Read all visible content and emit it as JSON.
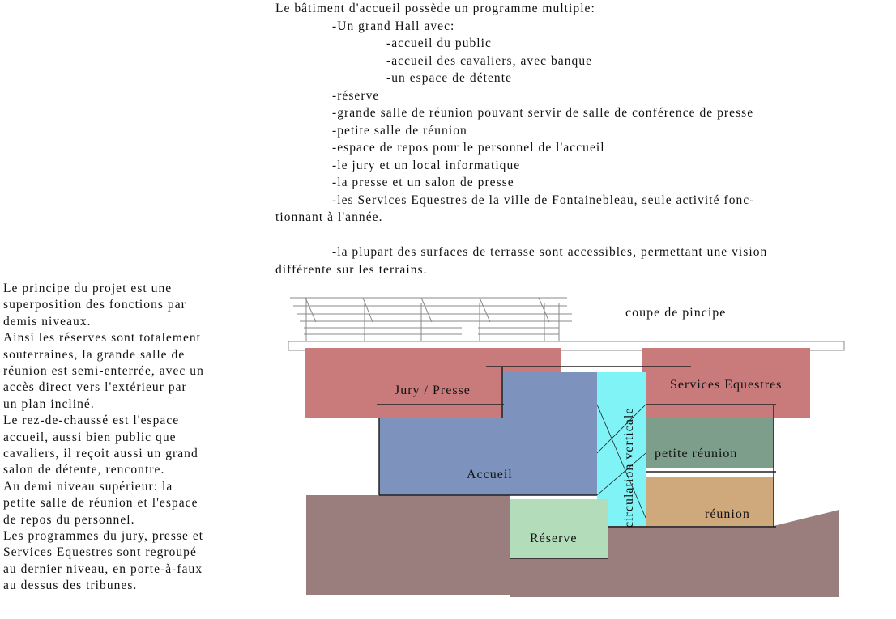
{
  "intro": {
    "heading": "Le bâtiment d'accueil possède un programme multiple:",
    "hall": "-Un grand Hall avec:",
    "hall_items": [
      "-accueil du public",
      "-accueil des cavaliers, avec banque",
      "-un espace de détente"
    ],
    "items": [
      "-réserve",
      "-grande salle de réunion pouvant servir de salle de conférence de presse",
      "-petite salle de réunion",
      "-espace de repos pour le personnel de l'accueil",
      "-le jury et un local informatique",
      "-la presse et un salon de presse",
      "-les Services Equestres de la ville de Fontainebleau, seule activité fonc-"
    ],
    "items_cont": "tionnant à l'année.",
    "terrace": "-la plupart des surfaces de terrasse sont accessibles, permettant une vision",
    "terrace_cont": "différente sur les terrains."
  },
  "side_text": [
    "Le principe du projet est une",
    "superposition des fonctions par",
    "demis niveaux.",
    "Ainsi les réserves sont totalement",
    "souterraines, la grande salle de",
    "réunion est semi-enterrée, avec un",
    "accès direct vers l'extérieur par",
    "un plan incliné.",
    "Le rez-de-chaussé est l'espace",
    "accueil, aussi bien public que",
    "cavaliers, il reçoit aussi un grand",
    "salon de détente, rencontre.",
    "Au demi niveau supérieur: la",
    "petite salle de réunion et l'espace",
    "de repos du personnel.",
    "Les programmes du jury, presse et",
    "Services Equestres sont regroupé",
    "au dernier niveau, en porte-à-faux",
    "au dessus des tribunes."
  ],
  "section": {
    "title": "coupe de pincipe",
    "labels": {
      "jury": "Jury / Presse",
      "services": "Services Equestres",
      "accueil": "Accueil",
      "circulation": "circulation verticale",
      "petite": "petite réunion",
      "reunion": "réunion",
      "reserve": "Réserve"
    },
    "colors": {
      "top": "#c97b7b",
      "accueil": "#7d93bd",
      "circulation": "#7ff3f6",
      "petite": "#7e9e8c",
      "reunion": "#cfa87b",
      "reserve": "#b3dcbb",
      "ground": "#9a7e7e"
    }
  }
}
